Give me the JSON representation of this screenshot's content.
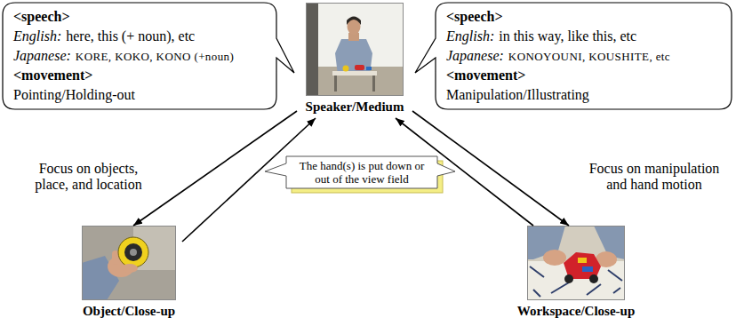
{
  "diagram": {
    "nodes": [
      {
        "text": [
          "<speech>",
          "English:",
          "here, this (+ noun), etc",
          "Japanese:",
          "KORE, KOKO, KONO (+noun)",
          "<movement>",
          "Pointing/Holding-out"
        ]
      },
      {
        "text": [
          "Speaker/Medium"
        ]
      },
      {
        "text": [
          "<speech>",
          "English:",
          "in this way, like this, etc",
          "Japanese:",
          "KONOYOUNI, KOUSHITE, etc",
          "<movement>",
          "Manipulation/Illustrating"
        ]
      },
      {
        "text": [
          "The hand(s) is put down or out of the view field"
        ]
      },
      {
        "text": [
          "Object/Close-up"
        ]
      },
      {
        "text": [
          "Workspace/Close-up"
        ]
      }
    ],
    "edges": [
      {
        "from": 1,
        "to": 4,
        "arrow": "to"
      },
      {
        "from": 4,
        "to": 1,
        "arrow": "to"
      },
      {
        "from": 1,
        "to": 5,
        "arrow": "to"
      },
      {
        "from": 5,
        "to": 1,
        "arrow": "to"
      }
    ],
    "labels": [
      "Focus on objects, place, and location",
      "Focus on manipulation and hand motion"
    ]
  }
}
